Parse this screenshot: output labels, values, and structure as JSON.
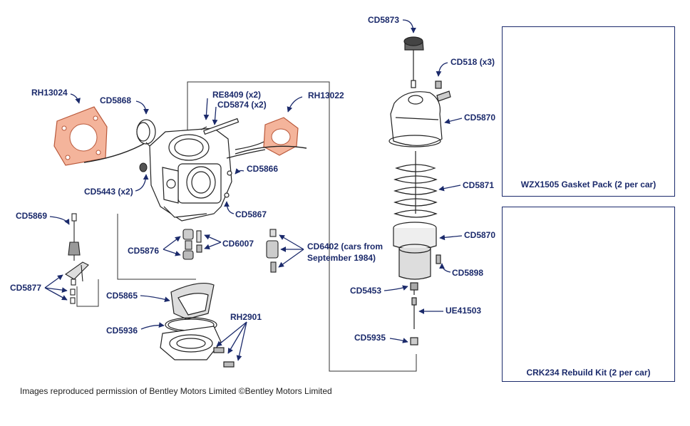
{
  "colors": {
    "label": "#1b2a6b",
    "gasket": "#f2a98b",
    "gasket_stroke": "#b9583a",
    "line": "#222222"
  },
  "labels": {
    "rh13024": "RH13024",
    "cd5868": "CD5868",
    "re8409": "RE8409 (x2)",
    "cd5874": "CD5874 (x2)",
    "rh13022": "RH13022",
    "cd5866": "CD5866",
    "cd5443": "CD5443 (x2)",
    "cd5867": "CD5867",
    "cd5869": "CD5869",
    "cd5876": "CD5876",
    "cd6007": "CD6007",
    "cd6402_line1": "CD6402 (cars from",
    "cd6402_line2": "September 1984)",
    "cd5877": "CD5877",
    "cd5865": "CD5865",
    "cd5936": "CD5936",
    "rh2901": "RH2901",
    "cd5873": "CD5873",
    "cd518": "CD518 (x3)",
    "cd5870_top": "CD5870",
    "cd5871": "CD5871",
    "cd5870_bottom": "CD5870",
    "cd5898": "CD5898",
    "cd5453": "CD5453",
    "ue41503": "UE41503",
    "cd5935": "CD5935"
  },
  "kits": {
    "gasket_pack": "WZX1505 Gasket Pack (2 per car)",
    "rebuild_kit": "CRK234 Rebuild Kit (2 per car)"
  },
  "footer": "Images reproduced permission of Bentley Motors Limited ©Bentley Motors Limited"
}
